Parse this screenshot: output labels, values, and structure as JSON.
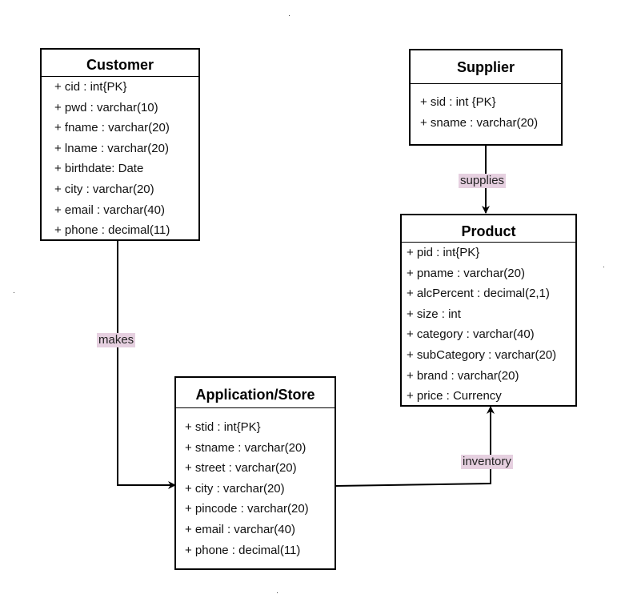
{
  "entities": {
    "customer": {
      "title": "Customer",
      "attributes": [
        "+ cid : int{PK}",
        "+ pwd : varchar(10)",
        "+ fname : varchar(20)",
        "+ lname : varchar(20)",
        "+ birthdate: Date",
        "+ city : varchar(20)",
        "+ email : varchar(40)",
        "+ phone : decimal(11)"
      ]
    },
    "supplier": {
      "title": "Supplier",
      "attributes": [
        "+ sid : int {PK}",
        "+ sname : varchar(20)"
      ]
    },
    "product": {
      "title": "Product",
      "attributes": [
        "+ pid : int{PK}",
        "+ pname : varchar(20)",
        "+ alcPercent : decimal(2,1)",
        "+ size : int",
        "+ category : varchar(40)",
        "+ subCategory : varchar(20)",
        "+ brand : varchar(20)",
        "+ price : Currency"
      ]
    },
    "store": {
      "title": "Application/Store",
      "attributes": [
        "+ stid : int{PK}",
        "+ stname : varchar(20)",
        "+ street : varchar(20)",
        "+ city : varchar(20)",
        "+ pincode : varchar(20)",
        "+ email : varchar(40)",
        "+ phone : decimal(11)"
      ]
    }
  },
  "relationships": {
    "makes": "makes",
    "supplies": "supplies",
    "inventory": "inventory"
  },
  "colors": {
    "label_background": "#e6d0e0",
    "line": "#000000"
  }
}
